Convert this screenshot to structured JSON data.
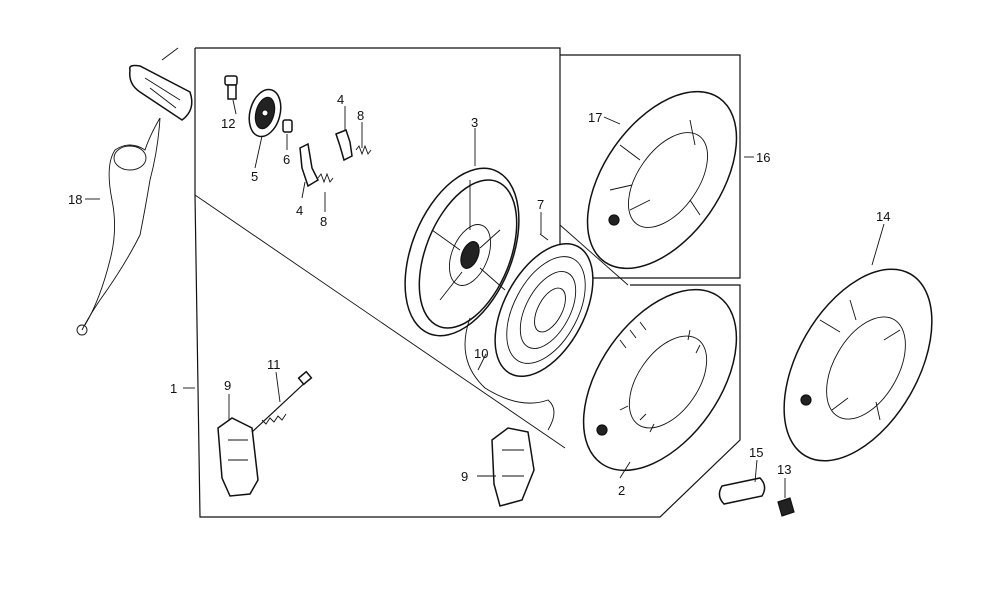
{
  "diagram": {
    "callouts": [
      {
        "id": "c1",
        "text": "1"
      },
      {
        "id": "c2",
        "text": "2"
      },
      {
        "id": "c3",
        "text": "3"
      },
      {
        "id": "c4a",
        "text": "4"
      },
      {
        "id": "c4b",
        "text": "4"
      },
      {
        "id": "c5",
        "text": "5"
      },
      {
        "id": "c6",
        "text": "6"
      },
      {
        "id": "c7",
        "text": "7"
      },
      {
        "id": "c8a",
        "text": "8"
      },
      {
        "id": "c8b",
        "text": "8"
      },
      {
        "id": "c9a",
        "text": "9"
      },
      {
        "id": "c9b",
        "text": "9"
      },
      {
        "id": "c10",
        "text": "10"
      },
      {
        "id": "c11",
        "text": "11"
      },
      {
        "id": "c12",
        "text": "12"
      },
      {
        "id": "c13",
        "text": "13"
      },
      {
        "id": "c14",
        "text": "14"
      },
      {
        "id": "c15",
        "text": "15"
      },
      {
        "id": "c16",
        "text": "16"
      },
      {
        "id": "c17",
        "text": "17"
      },
      {
        "id": "c18",
        "text": "18"
      }
    ]
  }
}
